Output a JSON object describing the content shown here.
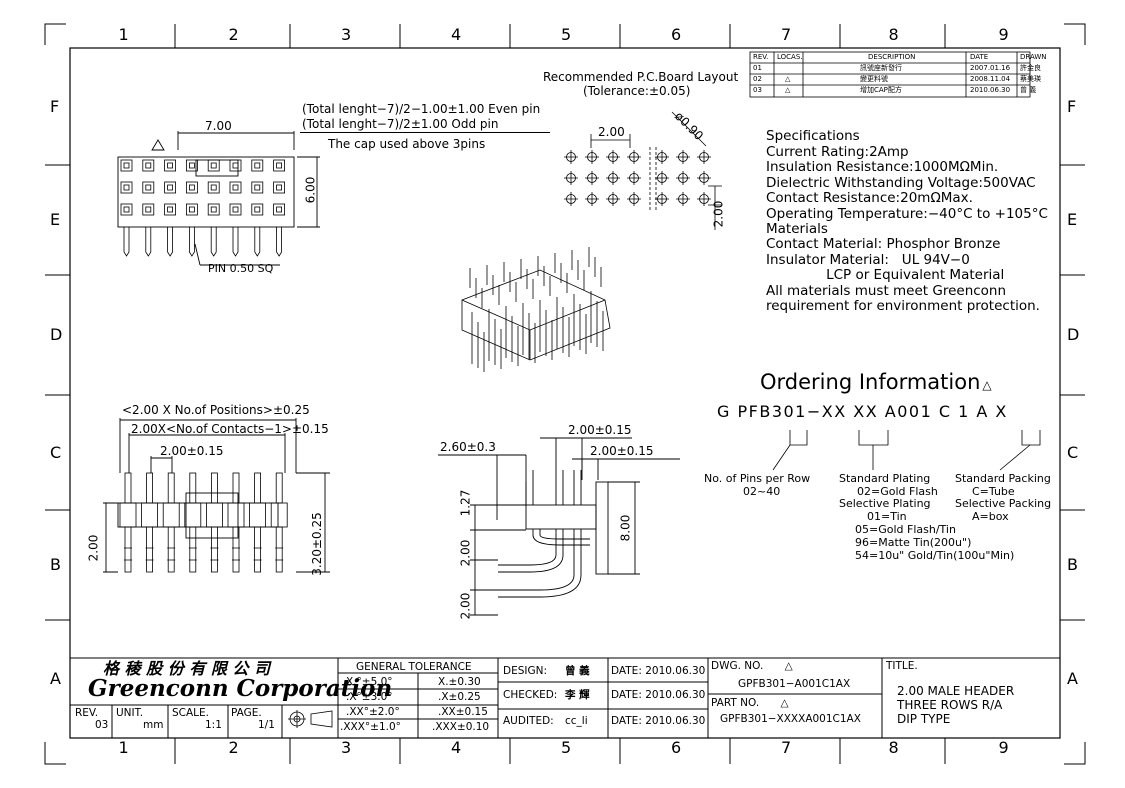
{
  "frame": {
    "columns": [
      "1",
      "2",
      "3",
      "4",
      "5",
      "6",
      "7",
      "8",
      "9"
    ],
    "rows": [
      "F",
      "E",
      "D",
      "C",
      "B",
      "A"
    ]
  },
  "revision_table": {
    "headers": [
      "REV.",
      "LOCAS.",
      "DESCRIPTION",
      "DATE",
      "DRAWN"
    ],
    "rows": [
      {
        "rev": "01",
        "locas": "",
        "description": "訊號座新發行",
        "date": "2007.01.16",
        "drawn": "許金良"
      },
      {
        "rev": "02",
        "locas": "△",
        "description": "變更料號",
        "date": "2008.11.04",
        "drawn": "蔡美瑛"
      },
      {
        "rev": "03",
        "locas": "△",
        "description": "增加CAP配方",
        "date": "2010.06.30",
        "drawn": "曾 義"
      }
    ]
  },
  "notes": {
    "even_pin": "(Total lenght−7)/2−1.00±1.00   Even pin",
    "odd_pin": "(Total lenght−7)/2±1.00   Odd pin",
    "cap_note": "The cap used above 3pins",
    "pin_size": "PIN 0.50 SQ"
  },
  "pcb_layout": {
    "title": "Recommended P.C.Board Layout",
    "tolerance": "(Tolerance:±0.05)",
    "pitch": "2.00",
    "hole": "ø0.90",
    "row_pitch": "2.00"
  },
  "dimensions": {
    "top_7": "7.00",
    "top_6": "6.00",
    "positions": "<2.00 X No.of Positions>±0.25",
    "contacts": "2.00X<No.of Contacts−1>±0.15",
    "pitch_front": "2.00±0.15",
    "left_2": "2.00",
    "h_320": "3.20±0.25",
    "side_260": "2.60±0.3",
    "side_200a": "2.00±0.15",
    "side_200b": "2.00±0.15",
    "side_127": "1.27",
    "side_200c": "2.00",
    "side_200d": "2.00",
    "side_800": "8.00"
  },
  "specifications": {
    "title": "Specifications",
    "lines": [
      "Current Rating:2Amp",
      "Insulation Resistance:1000MΩMin.",
      "Dielectric Withstanding Voltage:500VAC",
      "Contact Resistance:20mΩMax.",
      "Operating Temperature:−40°C to +105°C",
      "Materials",
      "Contact Material: Phosphor Bronze",
      "Insulator Material:   UL 94V−0",
      "              LCP or Equivalent Material",
      "All materials must meet Greenconn",
      "requirement for environment protection."
    ]
  },
  "ordering": {
    "title": "Ordering Information",
    "part": "G PFB301−XX  XX  A001 C 1 A X",
    "pins_label": "No. of Pins per Row",
    "pins_range": "02~40",
    "plating_title": "Standard Plating",
    "plating_std": "02=Gold Flash",
    "plating_sel_title": "Selective Plating",
    "plating_options": [
      "01=Tin",
      "05=Gold Flash/Tin",
      "96=Matte Tin(200u\")",
      "54=10u\" Gold/Tin(100u\"Min)"
    ],
    "packing_title": "Standard Packing",
    "packing_std": "C=Tube",
    "packing_sel_title": "Selective Packing",
    "packing_sel": "A=box"
  },
  "title_block": {
    "company_cn": "格 稜 股 份 有 限 公 司",
    "company_en": "Greenconn Corporation",
    "rev_label": "REV.",
    "rev": "03",
    "unit_label": "UNIT.",
    "unit": "mm",
    "scale_label": "SCALE.",
    "scale": "1:1",
    "page_label": "PAGE.",
    "page": "1/1",
    "tolerance_title": "GENERAL  TOLERANCE",
    "tolerances": [
      [
        "X.°±5.0°",
        "X.±0.30"
      ],
      [
        ".X°±3.0°",
        ".X±0.25"
      ],
      [
        ".XX°±2.0°",
        ".XX±0.15"
      ],
      [
        ".XXX°±1.0°",
        ".XXX±0.10"
      ]
    ],
    "design_label": "DESIGN:",
    "design": "曾 義",
    "checked_label": "CHECKED:",
    "checked": "李 輝",
    "audited_label": "AUDITED:",
    "audited": "cc_li",
    "date_label": "DATE:",
    "date": "2010.06.30",
    "dwg_label": "DWG.  NO.",
    "dwg_no": "GPFB301−A001C1AX",
    "part_label": "PART NO.",
    "part_no": "GPFB301−XXXXA001C1AX",
    "title_label": "TITLE.",
    "title_lines": [
      "2.00 MALE HEADER",
      "THREE ROWS R/A",
      "DIP TYPE"
    ]
  }
}
